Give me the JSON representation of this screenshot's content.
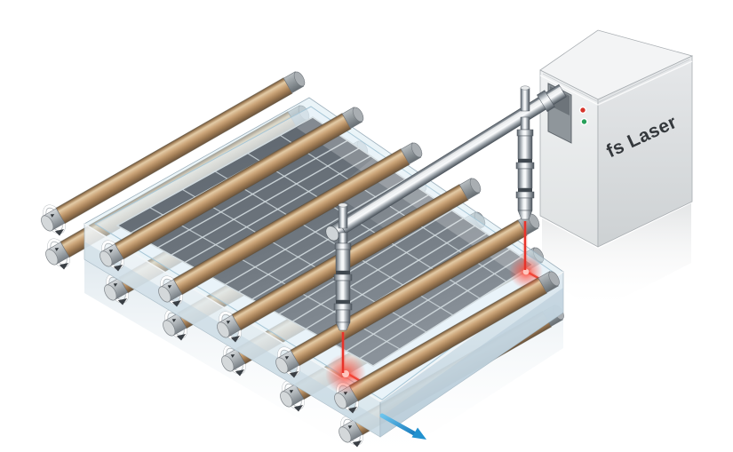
{
  "scene": {
    "label": "Femtosecond laser glass scribing system illustration",
    "background": "#ffffff"
  },
  "laser_box": {
    "label": "fs Laser",
    "label_color": "#34383c",
    "body_color": "#eceeef",
    "status_leds": {
      "red": "#d6342a",
      "green": "#27a05a"
    }
  },
  "beam_delivery": {
    "head_count": 2
  },
  "laser": {
    "beam_color": "#e8332a",
    "spot_color": "#ff4433",
    "cut_path_color": "#e23c30"
  },
  "substrate": {
    "glass_tint": "#d6e9f2",
    "cell_color_dark": "#59616a",
    "cell_color_light": "#8a929a",
    "grid_line_color": "#d3dce0",
    "grid_rows": 19,
    "grid_cols": 6
  },
  "conveyor": {
    "roller_pairs": 6,
    "roller_color": "#cda67a",
    "cap_color": "#9aa1a6",
    "direction_arrow_color": "#2191cf"
  }
}
